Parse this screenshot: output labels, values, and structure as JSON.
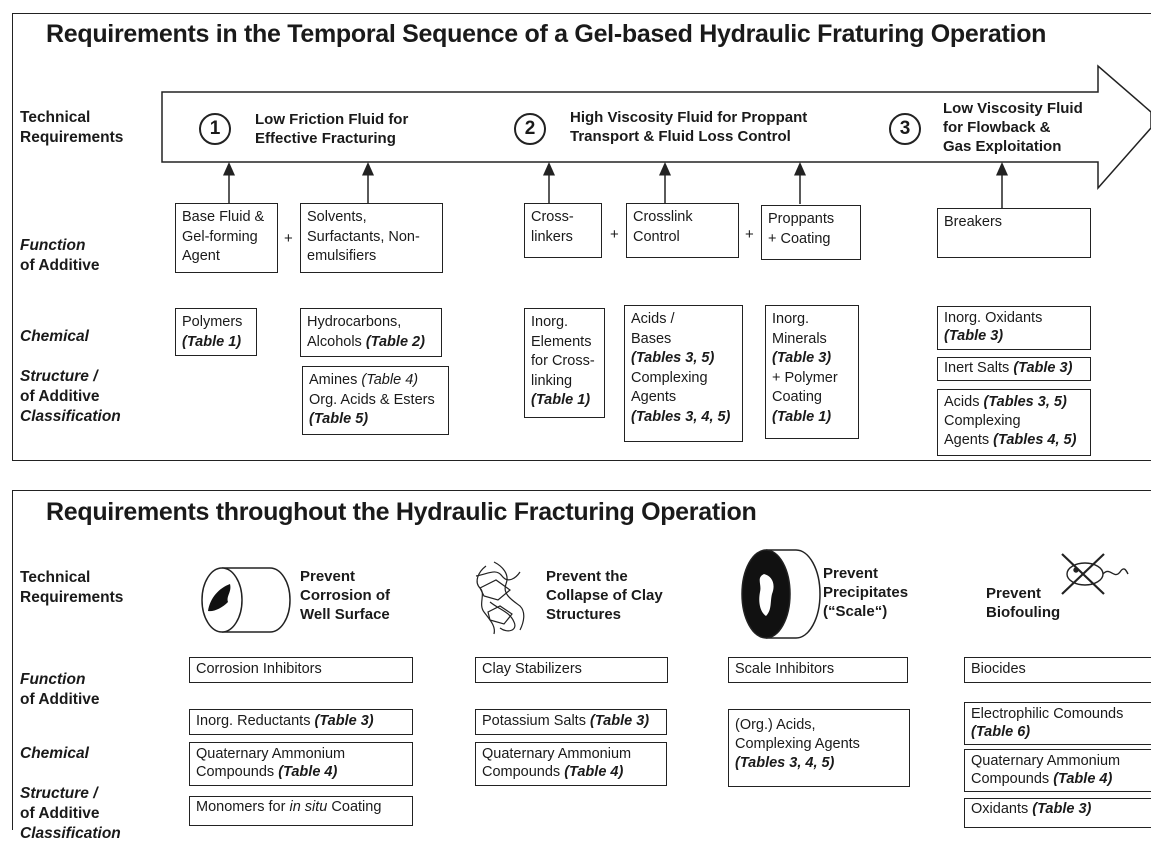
{
  "top": {
    "title": "Requirements in the Temporal Sequence of a Gel-based Hydraulic Fraturing Operation",
    "row_labels": {
      "technical": "Technical\nRequirements",
      "function_1": "Function",
      "function_2": "of Additive",
      "chemical_1": "Chemical",
      "chemical_2": "Structure /",
      "chemical_3": "Classification",
      "chemical_4": "of Additive"
    },
    "stages": [
      {
        "number": "1",
        "label": "Low Friction Fluid for\nEffective Fracturing"
      },
      {
        "number": "2",
        "label": "High Viscosity Fluid for Proppant\nTransport & Fluid Loss Control"
      },
      {
        "number": "3",
        "label": "Low Viscosity Fluid\nfor Flowback &\nGas Exploitation"
      }
    ],
    "functions": [
      {
        "lines": [
          "Base Fluid &",
          "Gel-forming",
          "Agent"
        ]
      },
      {
        "lines": [
          "Solvents,",
          "Surfactants, Non-",
          "emulsifiers"
        ]
      },
      {
        "lines": [
          "Cross-",
          "linkers"
        ]
      },
      {
        "lines": [
          "Crosslink",
          "Control"
        ]
      },
      {
        "lines": [
          "Proppants",
          "+ Coating"
        ]
      },
      {
        "lines": [
          "Breakers"
        ]
      }
    ],
    "plus": "+",
    "chem": {
      "polymers": [
        "Polymers",
        "(Table 1)"
      ],
      "hydrocarbons_1": "Hydrocarbons,",
      "hydrocarbons_2": "Alcohols ",
      "hydrocarbons_ref": "(Table 2)",
      "amines_1": "Amines ",
      "amines_ref": "(Table 4)",
      "amines_2": "Org. Acids & Esters",
      "amines_ref2": "(Table 5)",
      "inorg_elements": [
        "Inorg.",
        "Elements",
        "for Cross-",
        "linking"
      ],
      "inorg_elements_ref": "(Table 1)",
      "acids_1": "Acids /",
      "acids_2": "Bases",
      "acids_ref1": "(Tables 3, 5)",
      "acids_3": "Complexing",
      "acids_4": "Agents",
      "acids_ref2": "(Tables 3, 4, 5)",
      "minerals_1": "Inorg.",
      "minerals_2": "Minerals",
      "minerals_ref1": "(Table 3)",
      "minerals_3": "+ Polymer",
      "minerals_4": "Coating",
      "minerals_ref2": "(Table 1)",
      "oxidants_1": "Inorg. Oxidants",
      "oxidants_ref": "(Table 3)",
      "inert_1": "Inert Salts ",
      "inert_ref": "(Table 3)",
      "breaker_acids_1": "Acids ",
      "breaker_acids_ref1": "(Tables 3, 5)",
      "breaker_acids_2": "Complexing",
      "breaker_acids_3": "Agents ",
      "breaker_acids_ref2": "(Tables 4, 5)"
    }
  },
  "bottom": {
    "title": "Requirements throughout the Hydraulic Fracturing Operation",
    "requirements": [
      {
        "label": "Prevent\nCorrosion of\nWell Surface",
        "icon": "corroded-pipe-icon"
      },
      {
        "label": "Prevent the\nCollapse of Clay\nStructures",
        "icon": "clay-structure-icon"
      },
      {
        "label": "Prevent\nPrecipitates\n(“Scale“)",
        "icon": "scaled-pipe-icon"
      },
      {
        "label": "Prevent\nBiofouling",
        "icon": "crossed-microbe-icon"
      }
    ],
    "functions": [
      "Corrosion Inhibitors",
      "Clay Stabilizers",
      "Scale Inhibitors",
      "Biocides"
    ],
    "chem": {
      "reductants_1": "Inorg. Reductants ",
      "reductants_ref": "(Table 3)",
      "quat_a_1": "Quaternary Ammonium",
      "quat_a_2": "Compounds ",
      "quat_a_ref": "(Table 4)",
      "monomers_1": "Monomers for ",
      "monomers_i": "in situ",
      "monomers_2": " Coating",
      "potassium_1": "Potassium Salts ",
      "potassium_ref": "(Table 3)",
      "quat_b_1": "Quaternary Ammonium",
      "quat_b_2": "Compounds ",
      "quat_b_ref": "(Table 4)",
      "org_acids_1": "(Org.) Acids,",
      "org_acids_2": "Complexing Agents",
      "org_acids_ref": "(Tables 3, 4, 5)",
      "electro_1": "Electrophilic Comounds",
      "electro_ref": "(Table 6)",
      "quat_c_1": "Quaternary Ammonium",
      "quat_c_2": "Compounds ",
      "quat_c_ref": "(Table 4)",
      "oxid_1": "Oxidants ",
      "oxid_ref": "(Table 3)"
    }
  }
}
